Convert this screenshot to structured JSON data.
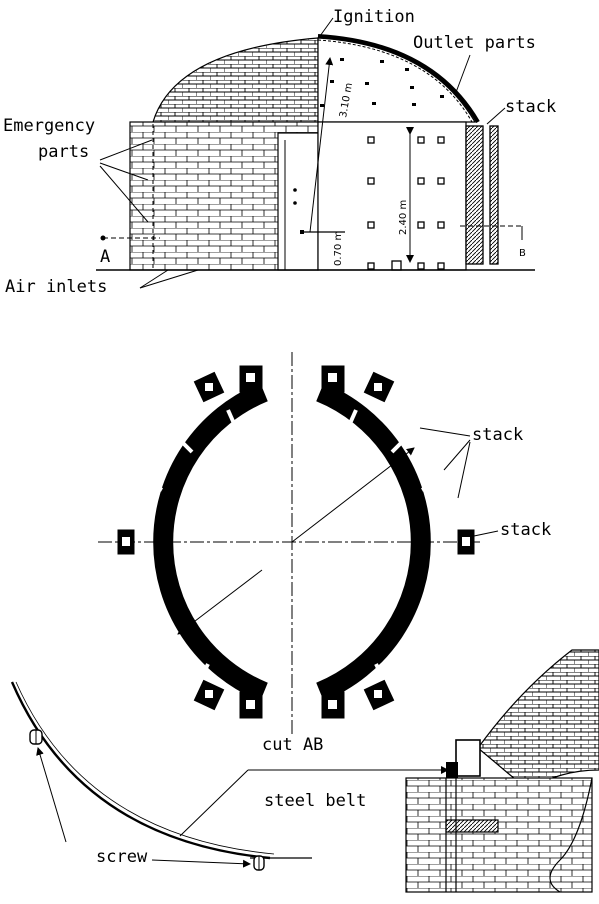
{
  "elevation": {
    "labels": {
      "ignition": "Ignition",
      "outlet_parts": "Outlet parts",
      "stack": "stack",
      "emergency_1": "Emergency",
      "emergency_2": "parts",
      "air_inlets": "Air inlets",
      "section_a": "A",
      "section_b": "B"
    },
    "dimensions": {
      "dome_height": "3.10 m",
      "wall_height": "2.40 m",
      "door_height": "0.70 m"
    }
  },
  "plan": {
    "labels": {
      "stack_upper": "stack",
      "stack_side": "stack",
      "caption": "cut AB"
    }
  },
  "detail": {
    "labels": {
      "steel_belt": "steel belt",
      "screw": "screw"
    }
  },
  "colors": {
    "ink": "#000000",
    "paper": "#ffffff"
  }
}
